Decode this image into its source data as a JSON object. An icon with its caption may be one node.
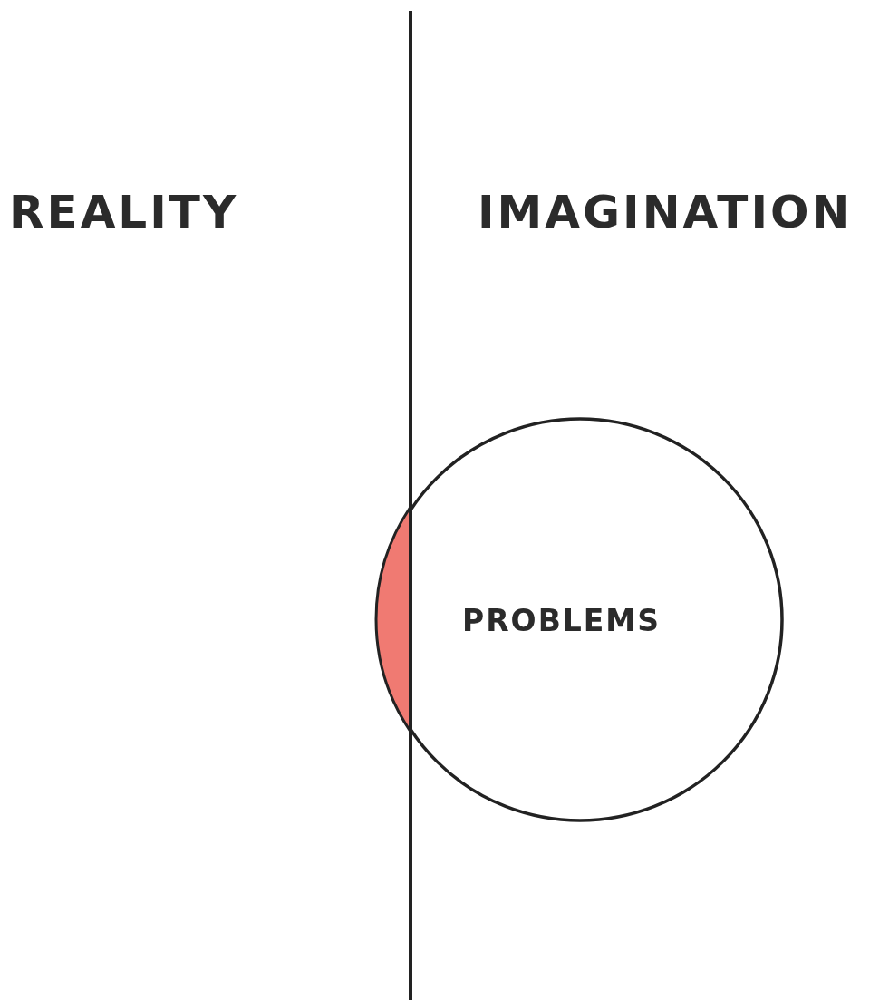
{
  "diagram": {
    "nodes": [
      {
        "text": [
          "PROBLEMS"
        ]
      },
      {
        "text": [],
        "shape": "segment",
        "in": 0
      }
    ],
    "labels": [
      "REALITY",
      "IMAGINATION"
    ]
  }
}
